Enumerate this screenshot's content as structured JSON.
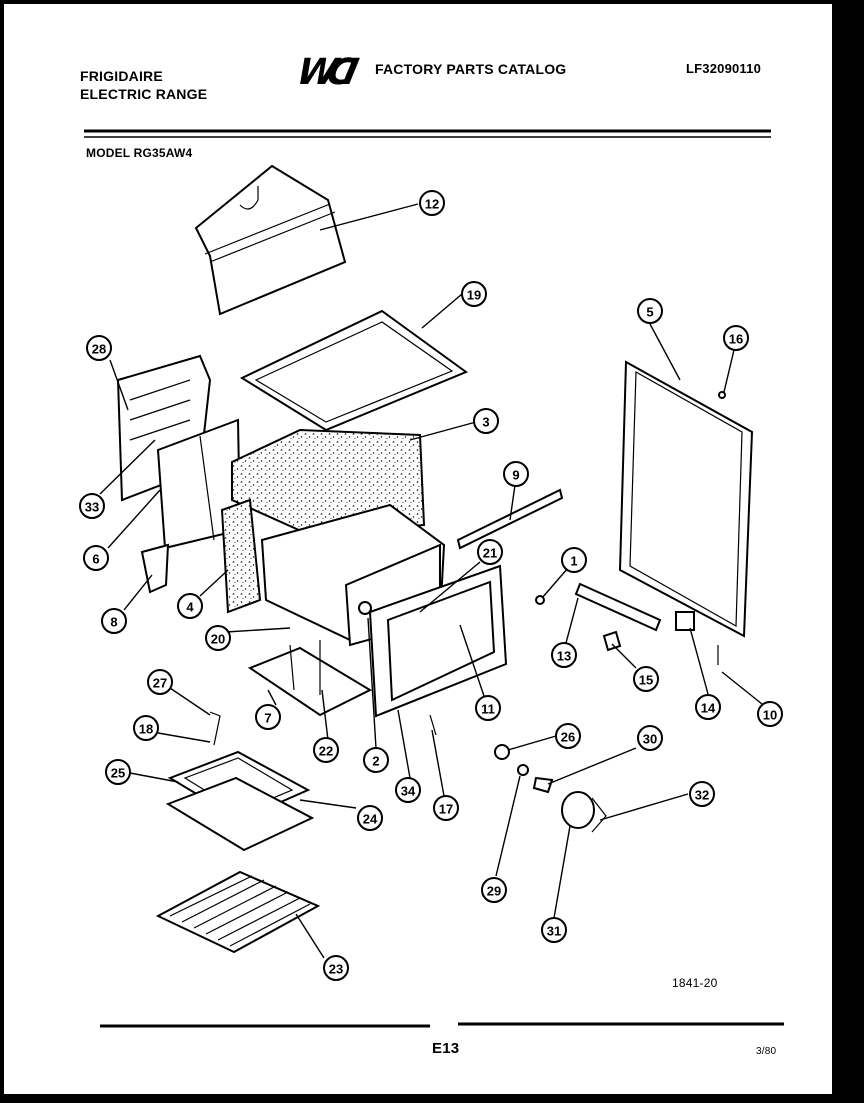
{
  "header": {
    "brand": "FRIGIDAIRE",
    "product": "ELECTRIC RANGE",
    "logo": "WCI",
    "catalog_title": "FACTORY PARTS CATALOG",
    "catalog_number": "LF32090110",
    "model": "MODEL RG35AW4"
  },
  "diagram": {
    "callouts": [
      "12",
      "19",
      "28",
      "33",
      "6",
      "8",
      "4",
      "3",
      "20",
      "7",
      "22",
      "2",
      "21",
      "9",
      "11",
      "34",
      "17",
      "1",
      "13",
      "15",
      "5",
      "16",
      "14",
      "10",
      "27",
      "18",
      "25",
      "24",
      "23",
      "26",
      "30",
      "32",
      "29",
      "31"
    ]
  },
  "footer": {
    "drawing_number": "1841-20",
    "page_label": "E13",
    "date_code": "3/80"
  }
}
